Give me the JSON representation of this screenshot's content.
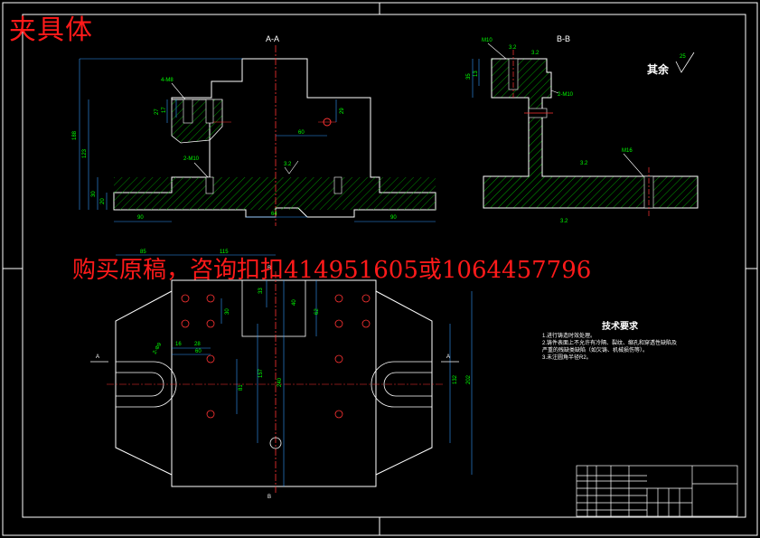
{
  "drawing_title": "夹具体",
  "watermark_text": "购买原稿，咨询扣扣414951605或1064457796",
  "section_aa_label": "A-A",
  "section_bb_label": "B-B",
  "rest_roughness_label": "其余",
  "rest_roughness_value": "25",
  "tech_requirements": {
    "title": "技术要求",
    "items": [
      "1.进行铸造时效处理。",
      "2.铸件表面上不允许有冷隔、裂纹、缩孔和穿透性缺陷及",
      "严重的残缺类缺陷（如欠铸、机械损伤等）。",
      "3.未注圆角半径R2。"
    ]
  },
  "dimensions_aa": {
    "thread_top": "4-M8",
    "thread_mid": "2-M10",
    "d1": "27",
    "d2": "17",
    "d3": "60",
    "d4": "29",
    "d5": "188",
    "d6": "123",
    "d7": "30",
    "d8": "20",
    "d9": "90",
    "d10": "64",
    "d11": "90",
    "r1": "3.2"
  },
  "dimensions_bb": {
    "thread_a": "M10",
    "thread_b": "2-M10",
    "thread_c": "M16",
    "r1": "3.2",
    "r2": "3.2",
    "r3": "3.2",
    "r4": "3.2",
    "d1": "35",
    "d2": "13"
  },
  "dimensions_plan": {
    "d_a": "85",
    "d_b": "115",
    "d_c": "2-Φ9",
    "d_d": "16",
    "d_e": "28",
    "d_f": "60",
    "d_g": "81",
    "d_h": "157",
    "d_i": "240",
    "d_j": "132",
    "d_k": "202",
    "d_l": "40",
    "d_m": "33",
    "d_n": "30",
    "d_o": "62",
    "label_a_left": "A",
    "label_a_right": "A",
    "label_b_top": "B",
    "label_b_bottom": "B"
  }
}
